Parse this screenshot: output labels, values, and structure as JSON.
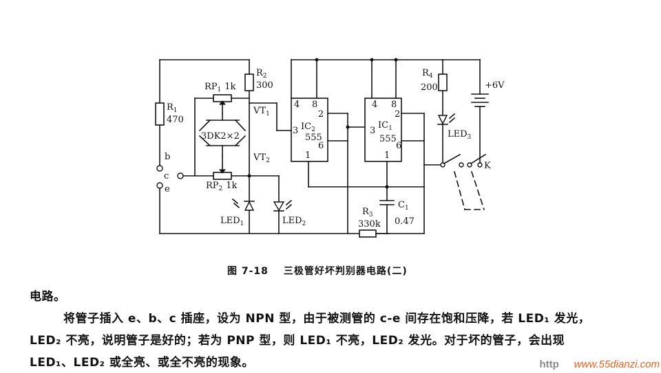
{
  "figure": {
    "caption_number": "图 7-18",
    "caption_title": "三极管好坏判别器电路(二)",
    "labels": {
      "r1": "R",
      "r1_sub": "1",
      "r1_val": "470",
      "r2": "R",
      "r2_sub": "2",
      "r2_val": "300",
      "r3": "R",
      "r3_sub": "3",
      "r3_val": "330k",
      "r4": "R",
      "r4_sub": "4",
      "r4_val": "200",
      "rp1": "RP",
      "rp1_sub": "1",
      "rp1_val": "1k",
      "rp2": "RP",
      "rp2_sub": "2",
      "rp2_val": "1k",
      "vt1": "VT",
      "vt1_sub": "1",
      "vt2": "VT",
      "vt2_sub": "2",
      "transistors": "3DK2×2",
      "c1": "C",
      "c1_sub": "1",
      "c1_val": "0.47",
      "led1": "LED",
      "led1_sub": "1",
      "led2": "LED",
      "led2_sub": "2",
      "led3": "LED",
      "led3_sub": "3",
      "supply": "+6V",
      "switch": "K",
      "b": "b",
      "c": "c",
      "e": "e",
      "ic2": "IC",
      "ic2_sub": "2",
      "ic2_type": "555",
      "ic1": "IC",
      "ic1_sub": "1",
      "ic1_type": "555",
      "pin4": "4",
      "pin8": "8",
      "pin2": "2",
      "pin3": "3",
      "pin6": "6",
      "pin1": "1"
    }
  },
  "text": {
    "line1": "电路。",
    "line2": "将管子插入 e、b、c 插座，设为 NPN 型，由于被测管的 c-e 间存在饱和压降，若 LED₁ 发光，",
    "line3": "LED₂ 不亮，说明管子是好的；若为 PNP 型，则 LED₁ 不亮，LED₂ 发光。对于坏的管子，会出现",
    "line4": "LED₁、LED₂ 或全亮、或全不亮的现象。"
  },
  "watermark": {
    "prefix": "http",
    "site": "www.55dianzi.com"
  }
}
